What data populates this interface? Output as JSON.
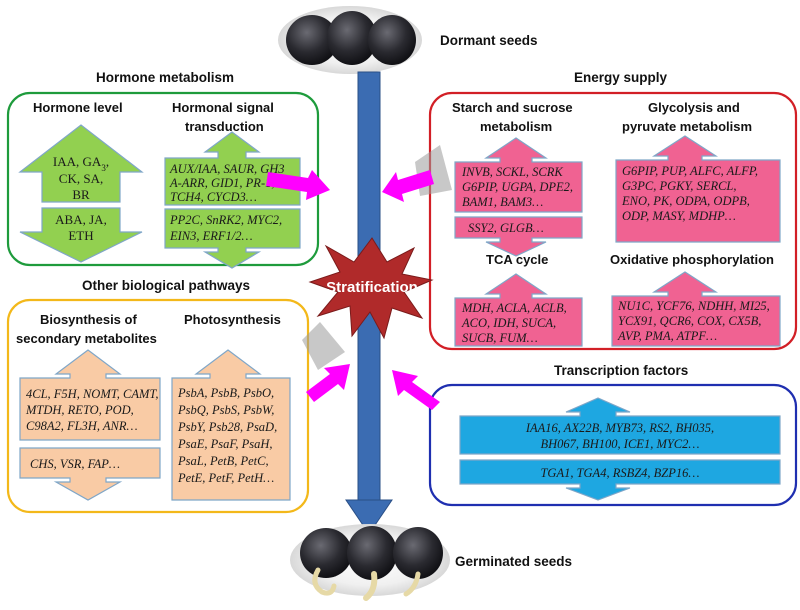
{
  "seeds": {
    "top_label": "Dormant seeds",
    "bottom_label": "Germinated seeds"
  },
  "center": {
    "label": "Stratification"
  },
  "hormone": {
    "title": "Hormone metabolism",
    "level_title": "Hormone level",
    "signal_title_1": "Hormonal signal",
    "signal_title_2": "transduction",
    "up_1": "IAA, GA",
    "up_1_sub": "3",
    "up_1_tail": ",",
    "up_2": "CK, SA,",
    "up_3": "BR",
    "down_1": "ABA, JA,",
    "down_2": "ETH",
    "up_genes": [
      "AUX/IAA, SAUR, GH3",
      "A-ARR, GID1, PR-1,",
      "TCH4, CYCD3…"
    ],
    "down_genes": [
      "PP2C, SnRK2, MYC2,",
      "EIN3, ERF1/2…"
    ]
  },
  "energy": {
    "title": "Energy supply",
    "starch_title_1": "Starch and sucrose",
    "starch_title_2": "metabolism",
    "glyco_title_1": "Glycolysis and",
    "glyco_title_2": "pyruvate metabolism",
    "starch_genes": [
      "INVB, SCKL, SCRK",
      "G6PIP, UGPA, DPE2,",
      "BAM1, BAM3…"
    ],
    "starch_down": [
      "SSY2, GLGB…"
    ],
    "glyco_genes": [
      "G6PIP, PUP, ALFC, ALFP,",
      "G3PC, PGKY, SERCL,",
      "ENO, PK, ODPA, ODPB,",
      "ODP, MASY, MDHP…"
    ],
    "tca_title": "TCA cycle",
    "ox_title": "Oxidative phosphorylation",
    "tca_genes": [
      "MDH, ACLA, ACLB,",
      "ACO, IDH, SUCA,",
      "SUCB, FUM…"
    ],
    "ox_genes": [
      "NU1C, YCF76, NDHH, MI25,",
      "YCX91, QCR6, COX, CX5B,",
      "AVP, PMA, ATPF…"
    ]
  },
  "other": {
    "title": "Other biological pathways",
    "bio_title_1": "Biosynthesis of",
    "bio_title_2": "secondary metabolites",
    "photo_title": "Photosynthesis",
    "bio_up": [
      "4CL, F5H, NOMT, CAMT,",
      "MTDH, RETO, POD,",
      "C98A2, FL3H, ANR…"
    ],
    "bio_down": [
      "CHS, VSR, FAP…"
    ],
    "photo_genes": [
      "PsbA, PsbB, PsbO,",
      "PsbQ, PsbS, PsbW,",
      "PsbY, Psb28, PsaD,",
      "PsaE, PsaF, PsaH,",
      "PsaL, PetB, PetC,",
      "PetE, PetF, PetH…"
    ]
  },
  "tf": {
    "title": "Transcription factors",
    "up_genes": [
      "IAA16, AX22B, MYB73, RS2, BH035,",
      "BH067, BH100, ICE1, MYC2…"
    ],
    "down_genes": [
      "TGA1, TGA4, RSBZ4, BZP16…"
    ]
  },
  "colors": {
    "green_panel": "#1e9b3c",
    "red_panel": "#d21f26",
    "yellow_panel": "#f3b81a",
    "blue_panel": "#1f2fb0",
    "green_fill": "#92d050",
    "pink_fill": "#f06292",
    "peach_fill": "#f9cba5",
    "cyan_fill": "#1ea7e1",
    "magenta_arrow": "#ff00ff",
    "center_star": "#b02a2a",
    "main_arrow": "#3b6cb2"
  }
}
